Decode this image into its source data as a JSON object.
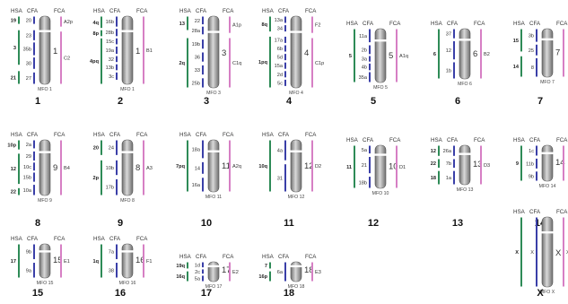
{
  "legend": {
    "hsa": "HSA",
    "cfa": "CFA",
    "fca": "FCA",
    "mfo_prefix": "MFO"
  },
  "colors": {
    "hsa": "#2e8b57",
    "cfa": "#3a3fa8",
    "fca": "#d67fc4",
    "chrom_dark": "#6e6e6e",
    "chrom_light": "#d9d9d9"
  },
  "chromosomes": [
    {
      "id": "1",
      "mfo": "1",
      "hsa": [
        {
          "label": "19",
          "span": [
            0.0,
            0.12
          ]
        },
        {
          "label": "3",
          "span": [
            0.2,
            0.72
          ]
        },
        {
          "label": "21",
          "span": [
            0.8,
            1.0
          ]
        }
      ],
      "cfa": [
        {
          "label": "20",
          "span": [
            0.0,
            0.12
          ]
        },
        {
          "label": "23",
          "span": [
            0.2,
            0.36
          ]
        },
        {
          "label": "35b",
          "span": [
            0.38,
            0.58
          ]
        },
        {
          "label": "30",
          "span": [
            0.6,
            0.78
          ]
        },
        {
          "label": "27",
          "span": [
            0.82,
            1.0
          ]
        }
      ],
      "fca": [
        {
          "label": "A2p",
          "span": [
            0.0,
            0.16
          ]
        },
        {
          "label": "C2",
          "span": [
            0.22,
            1.0
          ]
        }
      ]
    },
    {
      "id": "2",
      "mfo": "1",
      "hsa": [
        {
          "label": "4q",
          "span": [
            0.0,
            0.18
          ]
        },
        {
          "label": "8p",
          "span": [
            0.2,
            0.3
          ]
        },
        {
          "label": "4pq",
          "span": [
            0.32,
            1.0
          ]
        }
      ],
      "cfa": [
        {
          "label": "16b",
          "span": [
            0.0,
            0.16
          ]
        },
        {
          "label": "28b",
          "span": [
            0.18,
            0.3
          ]
        },
        {
          "label": "15c",
          "span": [
            0.32,
            0.42
          ]
        },
        {
          "label": "19a",
          "span": [
            0.44,
            0.56
          ]
        },
        {
          "label": "32",
          "span": [
            0.58,
            0.68
          ]
        },
        {
          "label": "13b",
          "span": [
            0.7,
            0.8
          ]
        },
        {
          "label": "3c",
          "span": [
            0.82,
            0.94
          ]
        }
      ],
      "fca": [
        {
          "label": "B1",
          "span": [
            0.0,
            1.0
          ]
        }
      ]
    },
    {
      "id": "3",
      "mfo": "3",
      "hsa": [
        {
          "label": "13",
          "span": [
            0.0,
            0.2
          ]
        },
        {
          "label": "2q",
          "span": [
            0.3,
            1.0
          ]
        }
      ],
      "cfa": [
        {
          "label": "22",
          "span": [
            0.0,
            0.12
          ]
        },
        {
          "label": "28a",
          "span": [
            0.14,
            0.26
          ]
        },
        {
          "label": "19b",
          "span": [
            0.32,
            0.46
          ]
        },
        {
          "label": "36",
          "span": [
            0.5,
            0.64
          ]
        },
        {
          "label": "33",
          "span": [
            0.68,
            0.82
          ]
        },
        {
          "label": "25b",
          "span": [
            0.86,
            1.0
          ]
        }
      ],
      "fca": [
        {
          "label": "A1p",
          "span": [
            0.0,
            0.24
          ]
        },
        {
          "label": "C1q",
          "span": [
            0.3,
            1.0
          ]
        }
      ]
    },
    {
      "id": "4",
      "mfo": "4",
      "hsa": [
        {
          "label": "8q",
          "span": [
            0.0,
            0.22
          ]
        },
        {
          "label": "1pq",
          "span": [
            0.28,
            1.0
          ]
        }
      ],
      "cfa": [
        {
          "label": "13a",
          "span": [
            0.0,
            0.1
          ]
        },
        {
          "label": "34",
          "span": [
            0.12,
            0.22
          ]
        },
        {
          "label": "17a",
          "span": [
            0.28,
            0.38
          ]
        },
        {
          "label": "6b",
          "span": [
            0.4,
            0.5
          ]
        },
        {
          "label": "5d",
          "span": [
            0.52,
            0.62
          ]
        },
        {
          "label": "15a",
          "span": [
            0.64,
            0.74
          ]
        },
        {
          "label": "2d",
          "span": [
            0.76,
            0.86
          ]
        },
        {
          "label": "5c",
          "span": [
            0.88,
            0.98
          ]
        }
      ],
      "fca": [
        {
          "label": "F2",
          "span": [
            0.0,
            0.24
          ]
        },
        {
          "label": "C1p",
          "span": [
            0.3,
            1.0
          ]
        }
      ]
    },
    {
      "id": "5",
      "mfo": "5",
      "hsa": [
        {
          "label": "5",
          "span": [
            0.0,
            1.0
          ]
        }
      ],
      "cfa": [
        {
          "label": "11a",
          "span": [
            0.0,
            0.26
          ]
        },
        {
          "label": "2b",
          "span": [
            0.3,
            0.48
          ]
        },
        {
          "label": "3a",
          "span": [
            0.5,
            0.62
          ]
        },
        {
          "label": "4b",
          "span": [
            0.64,
            0.78
          ]
        },
        {
          "label": "35a",
          "span": [
            0.8,
            1.0
          ]
        }
      ],
      "fca": [
        {
          "label": "A1q",
          "span": [
            0.0,
            1.0
          ]
        }
      ]
    },
    {
      "id": "6",
      "mfo": "6",
      "hsa": [
        {
          "label": "6",
          "span": [
            0.0,
            1.0
          ]
        }
      ],
      "cfa": [
        {
          "label": "37",
          "span": [
            0.0,
            0.2
          ]
        },
        {
          "label": "12",
          "span": [
            0.24,
            0.62
          ]
        },
        {
          "label": "1b",
          "span": [
            0.66,
            1.0
          ]
        }
      ],
      "fca": [
        {
          "label": "B2",
          "span": [
            0.0,
            1.0
          ]
        }
      ]
    },
    {
      "id": "7",
      "mfo": "7",
      "hsa": [
        {
          "label": "15",
          "span": [
            0.0,
            0.48
          ]
        },
        {
          "label": "14",
          "span": [
            0.56,
            1.0
          ]
        }
      ],
      "cfa": [
        {
          "label": "3b",
          "span": [
            0.0,
            0.28
          ]
        },
        {
          "label": "25",
          "span": [
            0.32,
            0.56
          ]
        },
        {
          "label": "8",
          "span": [
            0.6,
            1.0
          ]
        }
      ],
      "fca": [
        {
          "label": "",
          "span": [
            0.0,
            1.0
          ]
        }
      ]
    },
    {
      "id": "8",
      "mfo": "9",
      "hsa": [
        {
          "label": "10p",
          "span": [
            0.0,
            0.18
          ]
        },
        {
          "label": "12",
          "span": [
            0.24,
            0.8
          ]
        },
        {
          "label": "22",
          "span": [
            0.86,
            1.0
          ]
        }
      ],
      "cfa": [
        {
          "label": "2a",
          "span": [
            0.0,
            0.16
          ]
        },
        {
          "label": "29",
          "span": [
            0.2,
            0.38
          ]
        },
        {
          "label": "10c",
          "span": [
            0.4,
            0.56
          ]
        },
        {
          "label": "15b",
          "span": [
            0.58,
            0.76
          ]
        },
        {
          "label": "10a",
          "span": [
            0.8,
            1.0
          ]
        }
      ],
      "fca": [
        {
          "label": "B4",
          "span": [
            0.0,
            1.0
          ]
        }
      ]
    },
    {
      "id": "9",
      "mfo": "8",
      "hsa": [
        {
          "label": "20",
          "span": [
            0.0,
            0.28
          ]
        },
        {
          "label": "2p",
          "span": [
            0.36,
            1.0
          ]
        }
      ],
      "cfa": [
        {
          "label": "24",
          "span": [
            0.0,
            0.28
          ]
        },
        {
          "label": "10b",
          "span": [
            0.36,
            0.64
          ]
        },
        {
          "label": "17b",
          "span": [
            0.7,
            1.0
          ]
        }
      ],
      "fca": [
        {
          "label": "A3",
          "span": [
            0.0,
            1.0
          ]
        }
      ]
    },
    {
      "id": "10",
      "mfo": "11",
      "hsa": [
        {
          "label": "7pq",
          "span": [
            0.0,
            1.0
          ]
        }
      ],
      "cfa": [
        {
          "label": "18a",
          "span": [
            0.0,
            0.36
          ]
        },
        {
          "label": "14",
          "span": [
            0.42,
            0.66
          ]
        },
        {
          "label": "16a",
          "span": [
            0.72,
            1.0
          ]
        }
      ],
      "fca": [
        {
          "label": "A2q",
          "span": [
            0.0,
            1.0
          ]
        }
      ]
    },
    {
      "id": "11",
      "mfo": "12",
      "hsa": [
        {
          "label": "10q",
          "span": [
            0.0,
            1.0
          ]
        }
      ],
      "cfa": [
        {
          "label": "4a",
          "span": [
            0.0,
            0.4
          ]
        },
        {
          "label": "31",
          "span": [
            0.46,
            1.0
          ]
        }
      ],
      "fca": [
        {
          "label": "D2",
          "span": [
            0.0,
            1.0
          ]
        }
      ]
    },
    {
      "id": "12",
      "mfo": "10",
      "hsa": [
        {
          "label": "11",
          "span": [
            0.0,
            1.0
          ]
        }
      ],
      "cfa": [
        {
          "label": "5a",
          "span": [
            0.0,
            0.2
          ]
        },
        {
          "label": "21",
          "span": [
            0.26,
            0.66
          ]
        },
        {
          "label": "18b",
          "span": [
            0.72,
            1.0
          ]
        }
      ],
      "fca": [
        {
          "label": "D1",
          "span": [
            0.0,
            1.0
          ]
        }
      ]
    },
    {
      "id": "13",
      "mfo": "13",
      "hsa": [
        {
          "label": "12",
          "span": [
            0.0,
            0.28
          ]
        },
        {
          "label": "22",
          "span": [
            0.34,
            0.58
          ]
        },
        {
          "label": "18",
          "span": [
            0.64,
            1.0
          ]
        }
      ],
      "cfa": [
        {
          "label": "26a",
          "span": [
            0.0,
            0.28
          ]
        },
        {
          "label": "7b",
          "span": [
            0.34,
            0.58
          ]
        },
        {
          "label": "1a",
          "span": [
            0.64,
            1.0
          ]
        }
      ],
      "fca": [
        {
          "label": "D3",
          "span": [
            0.0,
            1.0
          ]
        }
      ]
    },
    {
      "id": "14",
      "mfo": "14",
      "hsa": [
        {
          "label": "9",
          "span": [
            0.0,
            1.0
          ]
        }
      ],
      "cfa": [
        {
          "label": "1c",
          "span": [
            0.0,
            0.3
          ]
        },
        {
          "label": "11b",
          "span": [
            0.36,
            0.66
          ]
        },
        {
          "label": "9b",
          "span": [
            0.72,
            1.0
          ]
        }
      ],
      "fca": [
        {
          "label": "",
          "span": [
            0.0,
            1.0
          ]
        }
      ]
    },
    {
      "id": "15",
      "mfo": "15",
      "hsa": [
        {
          "label": "17",
          "span": [
            0.0,
            1.0
          ]
        }
      ],
      "cfa": [
        {
          "label": "9b",
          "span": [
            0.0,
            0.46
          ]
        },
        {
          "label": "9a",
          "span": [
            0.54,
            1.0
          ]
        }
      ],
      "fca": [
        {
          "label": "E1",
          "span": [
            0.0,
            1.0
          ]
        }
      ]
    },
    {
      "id": "16",
      "mfo": "16",
      "hsa": [
        {
          "label": "1q",
          "span": [
            0.0,
            1.0
          ]
        }
      ],
      "cfa": [
        {
          "label": "7a",
          "span": [
            0.0,
            0.46
          ]
        },
        {
          "label": "38",
          "span": [
            0.54,
            1.0
          ]
        }
      ],
      "fca": [
        {
          "label": "F1",
          "span": [
            0.0,
            1.0
          ]
        }
      ]
    },
    {
      "id": "17",
      "mfo": "17",
      "hsa": [
        {
          "label": "19q",
          "span": [
            0.0,
            0.36
          ]
        },
        {
          "label": "16q",
          "span": [
            0.46,
            1.0
          ]
        }
      ],
      "cfa": [
        {
          "label": "1d",
          "span": [
            0.0,
            0.3
          ]
        },
        {
          "label": "2c",
          "span": [
            0.36,
            0.62
          ]
        },
        {
          "label": "5a",
          "span": [
            0.68,
            1.0
          ]
        }
      ],
      "fca": [
        {
          "label": "E2",
          "span": [
            0.0,
            1.0
          ]
        }
      ]
    },
    {
      "id": "18",
      "mfo": "18",
      "hsa": [
        {
          "label": "7",
          "span": [
            0.0,
            0.36
          ]
        },
        {
          "label": "16p",
          "span": [
            0.46,
            1.0
          ]
        }
      ],
      "cfa": [
        {
          "label": "6a",
          "span": [
            0.0,
            1.0
          ]
        }
      ],
      "fca": [
        {
          "label": "E3",
          "span": [
            0.0,
            1.0
          ]
        }
      ]
    },
    {
      "id": "X",
      "mfo": "X",
      "hsa": [
        {
          "label": "X",
          "span": [
            0.0,
            1.0
          ]
        }
      ],
      "cfa": [
        {
          "label": "X",
          "span": [
            0.0,
            1.0
          ]
        }
      ],
      "fca": [
        {
          "label": "X",
          "span": [
            0.0,
            1.0
          ]
        }
      ]
    }
  ]
}
